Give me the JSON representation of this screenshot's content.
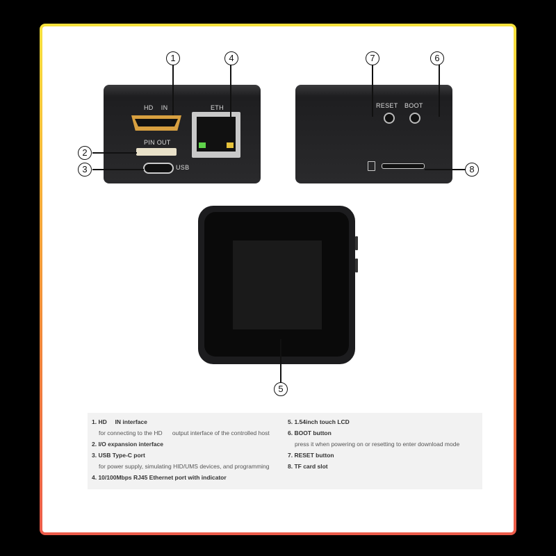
{
  "callouts": [
    "1",
    "2",
    "3",
    "4",
    "5",
    "6",
    "7",
    "8"
  ],
  "device_labels": {
    "hdmi": "HD    IN",
    "eth": "ETH",
    "pinout": "PIN OUT",
    "usb": "USB",
    "reset": "RESET",
    "boot": "BOOT",
    "tf_icon": "sd-card-icon"
  },
  "legend": {
    "left": [
      {
        "title": "1. HD     IN interface",
        "desc": "for connecting to the HD      output interface of the controlled host"
      },
      {
        "title": "2. I/O expansion interface",
        "desc": ""
      },
      {
        "title": "3. USB Type-C port",
        "desc": "for power supply, simulating HID/UMS devices, and programming"
      },
      {
        "title": "4. 10/100Mbps RJ45 Ethernet port with indicator",
        "desc": ""
      }
    ],
    "right": [
      {
        "title": "5. 1.54inch touch LCD",
        "desc": ""
      },
      {
        "title": "6. BOOT button",
        "desc": "press it when powering on or resetting to enter download mode"
      },
      {
        "title": "7. RESET button",
        "desc": ""
      },
      {
        "title": "8. TF card slot",
        "desc": ""
      }
    ]
  },
  "colors": {
    "frame_top": "#f6e23c",
    "frame_bottom": "#ec5b4a",
    "device": "#2a2a2c"
  }
}
